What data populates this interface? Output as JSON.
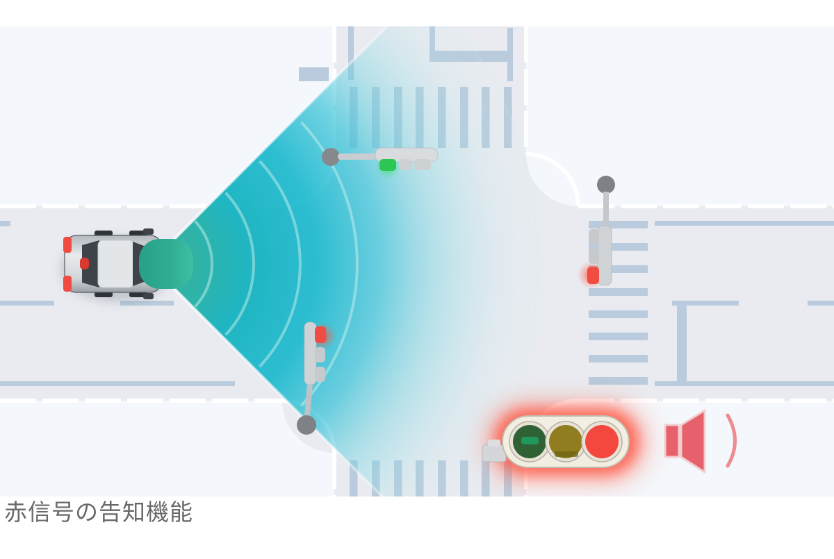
{
  "caption": {
    "text": "赤信号の告知機能"
  },
  "scene": {
    "vehicle": {
      "name": "ego-car",
      "direction": "facing-right",
      "tail_lights": "red"
    },
    "sensor": {
      "name": "forward-sensor-cone",
      "shape": "90-degree-fan",
      "arc_count": 4
    },
    "signals": [
      {
        "name": "overhead-signal-top",
        "lit": "green"
      },
      {
        "name": "roadside-signal-right",
        "lit": "red"
      },
      {
        "name": "roadside-signal-center",
        "lit": "red"
      },
      {
        "name": "main-traffic-light",
        "lenses": [
          "green",
          "yellow",
          "red"
        ],
        "lit": "red",
        "glow": "red"
      }
    ],
    "speaker": {
      "name": "alert-speaker-icon",
      "state": "sounding"
    }
  },
  "colors": {
    "bg": "#f4f7fb",
    "road": "#e9ebf0",
    "mark": "#b9cbdc",
    "white-line": "#ffffff",
    "cone-green": "#2fae93",
    "cone-cyan": "#16b4c7",
    "signal-red": "#f04c42",
    "signal-green": "#2ec653",
    "housing-cream": "#f2eee1",
    "lens-green": "#2f6134",
    "lens-yellow": "#8f7d1f",
    "lens-red": "#f4473d",
    "speaker-red": "#e6616b",
    "caption-gray": "#696969",
    "car-silver": "#c9cdd2"
  }
}
